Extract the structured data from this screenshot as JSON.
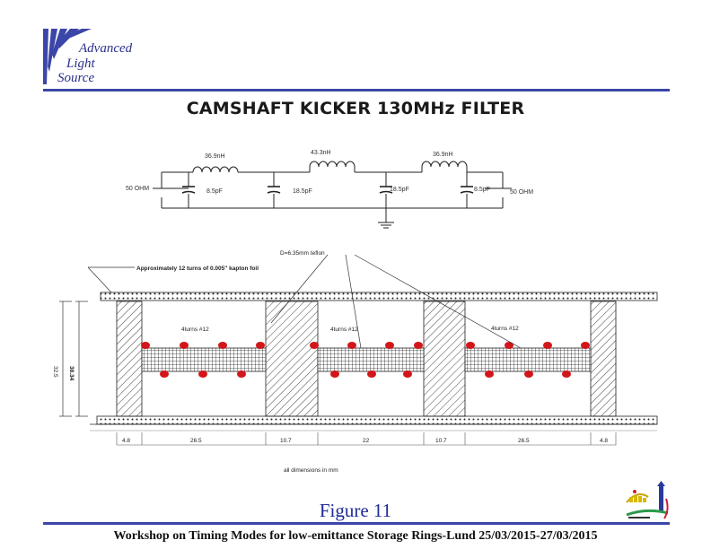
{
  "header": {
    "logo_words": [
      "Advanced",
      "Light",
      "Source"
    ]
  },
  "slide": {
    "title": "CAMSHAFT KICKER 130MHz FILTER",
    "figure_label": "Figure 11",
    "footer": "Workshop on Timing Modes for low-emittance Storage Rings-Lund 25/03/2015-27/03/2015"
  },
  "circuit": {
    "left_port": "50 OHM",
    "right_port": "50 OHM",
    "inductors": [
      "36.9nH",
      "43.3nH",
      "36.9nH"
    ],
    "capacitors": [
      "8.5pF",
      "18.5pF",
      "18.5pF",
      "8.5pF"
    ]
  },
  "mechanical": {
    "annotation_foil": "Approximately 12 turns of 0.005\" kapton foil",
    "annotation_teflon": "D=6.35mm teflon",
    "coil_labels": [
      "4turns #12",
      "4turns #12",
      "4turns #12"
    ],
    "height_outer": "38.34",
    "height_inner": "32.5",
    "dimensions": [
      "4.8",
      "26.5",
      "10.7",
      "22",
      "10.7",
      "26.5",
      "4.8"
    ],
    "note": "all dimensions in mm"
  },
  "colors": {
    "accent_blue": "#3b46a8",
    "figure_blue": "#1e2a9a",
    "coil_red": "#d2161a"
  }
}
